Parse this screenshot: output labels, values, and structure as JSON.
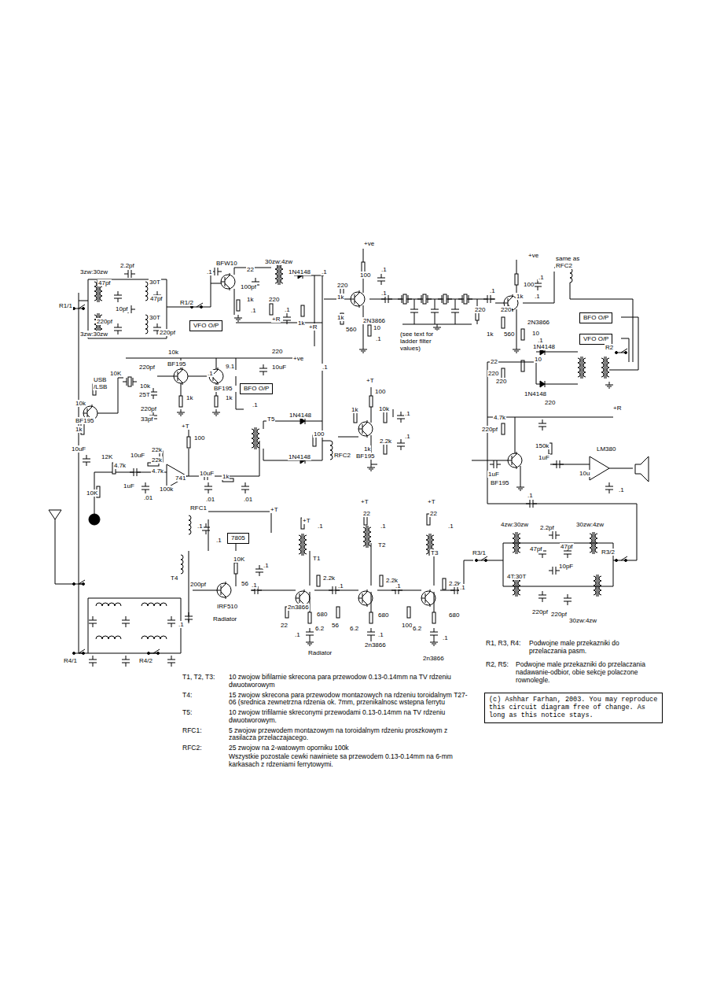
{
  "diagram": {
    "nodes": [
      {
        "text": [
          "BFO O/P"
        ]
      },
      {
        "text": [
          "VFO O/P"
        ]
      },
      {
        "text": [
          "VFO O/P"
        ]
      },
      {
        "text": [
          "BFO O/P"
        ]
      },
      {
        "text": [
          "7805"
        ]
      },
      {
        "text": [
          "(c) Ashhar Farhan, 2003. You may reproduce this circuit diagram free of change. As long as this notice stays."
        ]
      }
    ],
    "labels": [
      "3zw:30zw",
      "2.2pf",
      "47pf",
      "30T",
      "R1/1",
      "10pf",
      "47pf",
      "30T",
      "R1/2",
      "220pf",
      "220pf",
      "3zw:30zw",
      "BFW10",
      ".1",
      "22",
      "100pf",
      "30zw:4zw",
      "1N4148",
      ".1",
      "1k",
      ".1",
      "220",
      ".1",
      "+R",
      "1k",
      "+R",
      "+ve",
      "100",
      ".1",
      "220",
      "1k",
      "2N3866",
      "1k",
      "560",
      "10",
      ".1",
      ".1",
      "220",
      ".1",
      "+ve",
      "100",
      ".1",
      "same as RFC2",
      "220",
      "1k",
      ".1",
      "2N3866",
      "1k",
      "560",
      "10",
      ".1",
      "1N4148",
      "R2",
      "22",
      "10",
      "220",
      "220",
      "1N4148",
      "10k",
      "220pf",
      "BF195",
      "9.1",
      "220",
      "+ve",
      "10uF",
      "10K",
      "USB /LSB",
      "10k",
      "25T",
      "BF195",
      ".1",
      "10k",
      "220pf",
      "33pf",
      "1k",
      "1k",
      ".1",
      "BF195",
      "1k",
      "T5",
      "1N4148",
      ".1",
      "+T",
      "100",
      "1k",
      "10k",
      ".1",
      "100",
      "2.2k",
      ".1",
      "RFC2",
      "1k",
      "1N4148",
      "BF195",
      "+T",
      "100",
      "12K",
      "10uF",
      "22k",
      "10uF",
      "4.7k",
      "22k",
      "4.7k",
      "741",
      "10uF",
      "1k",
      "10K",
      "1uF",
      ".01",
      "100k",
      ".01",
      ".01",
      "220",
      "+R",
      "4.7k",
      "220pf",
      "150k",
      "LM380",
      "1uF",
      "1uF",
      "10u",
      "BF195",
      ".1",
      ".1",
      "RFC1",
      "+T",
      ".1",
      ".1",
      "10K",
      ".1",
      "T4",
      "200pf",
      "IRF510",
      "56",
      ".1",
      "Radiator",
      ".1",
      "+T",
      ".1",
      "T1",
      "2.2k",
      "2n3866",
      "680",
      "22",
      "6.2",
      ".1",
      "Radiator",
      "+T",
      "22",
      ".1",
      "T2",
      "2.2k",
      ".1",
      "56",
      "680",
      "6.2",
      ".1",
      "2n3866",
      "+T",
      "22",
      ".1",
      "T3",
      "2.2k",
      ".1",
      "100",
      ".1",
      "680",
      "6.2",
      ".1",
      "2n3866",
      "R3/1",
      "2.2pf",
      "4zw:30zw",
      "30zw:4zw",
      "47pf",
      "47pf",
      "R3/2",
      "4T:30T",
      "10pF",
      "220pf",
      "220pf",
      "30zw:4zw",
      "R4/1",
      "R4/2",
      "R1, R3, R4:",
      "Podwojne male przekazniki do przelaczania pasm.",
      "R2, R5:",
      "Podwojne male przekazniki do przelaczania nadawanie-odbior, obie sekcje polaczone rownolegle.",
      "T1, T2, T3:",
      "10 zwojow bifilarnie skrecona para przewodow 0.13-0.14mm na TV rdzeniu dwuotworowym",
      "T4:",
      "15 zwojow skrecona para przewodow montazowych na rdzeniu toroidalnym T27-06 (srednica zewnetrzna rdzenia ok. 7mm, przenikalnosc wstepna ferrytu",
      "T5:",
      "10 zwojow trifilarnie skreconymi przewodami 0.13-0.14mm na TV rdzeniu dwuotworowym.",
      "RFC1:",
      "5 zwojow przewodem montazowym na toroidalnym rdzeniu proszkowym z zasilacza przelaczajacego.",
      "RFC2:",
      "25 zwojow na 2-watowym oporniku 100k",
      "Wszystkie pozostale cewki nawiniete sa przewodem 0.13-0.14mm na 6-mm karkasach z rdzeniami ferrytowymi.",
      "(see text for ladder filter values)"
    ]
  }
}
